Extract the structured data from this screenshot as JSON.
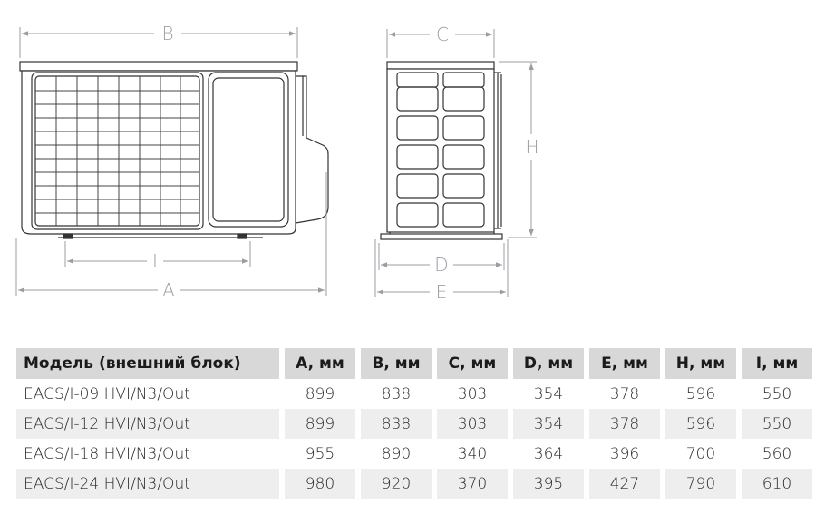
{
  "dimensions": {
    "a": "A",
    "b": "B",
    "c": "C",
    "d": "D",
    "e": "E",
    "h": "H",
    "i": "I"
  },
  "table": {
    "headers": [
      "Модель (внешний блок)",
      "A, мм",
      "B, мм",
      "C, мм",
      "D, мм",
      "E, мм",
      "H, мм",
      "I, мм"
    ],
    "rows": [
      [
        "EACS/I-09 HVI/N3/Out",
        "899",
        "838",
        "303",
        "354",
        "378",
        "596",
        "550"
      ],
      [
        "EACS/I-12 HVI/N3/Out",
        "899",
        "838",
        "303",
        "354",
        "378",
        "596",
        "550"
      ],
      [
        "EACS/I-18 HVI/N3/Out",
        "955",
        "890",
        "340",
        "364",
        "396",
        "700",
        "560"
      ],
      [
        "EACS/I-24 HVI/N3/Out",
        "980",
        "920",
        "370",
        "395",
        "427",
        "790",
        "610"
      ]
    ]
  }
}
